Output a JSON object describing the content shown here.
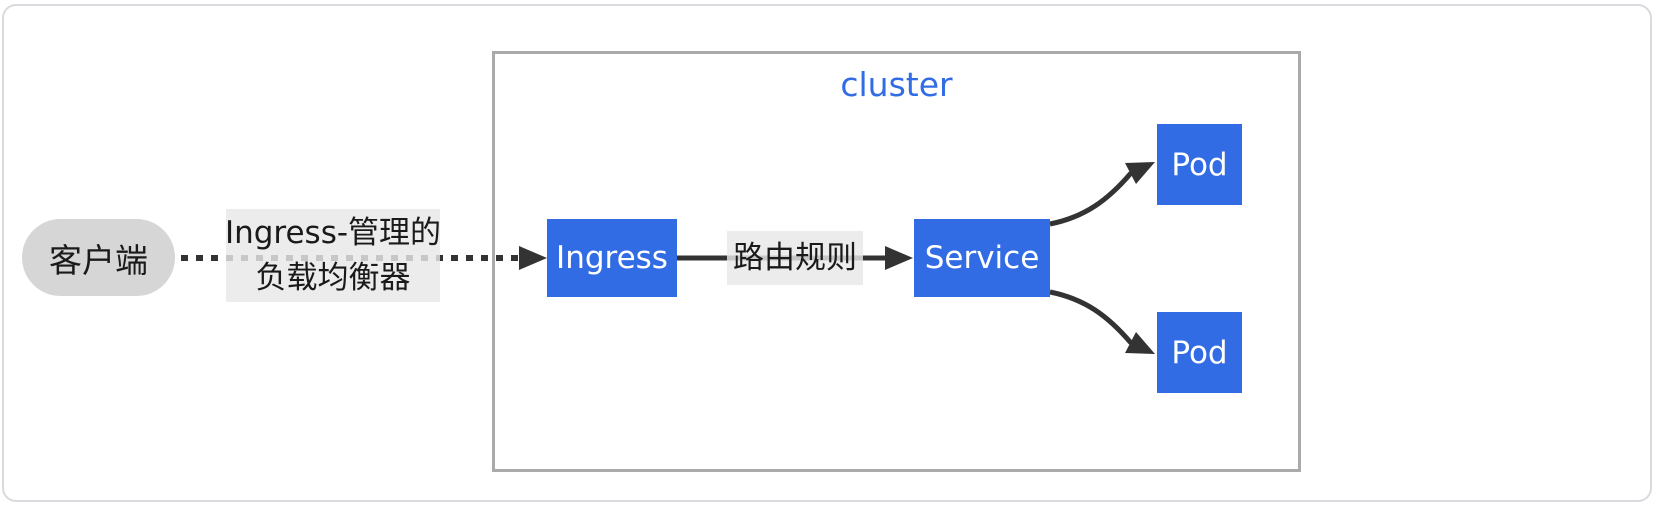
{
  "cluster": {
    "label": "cluster"
  },
  "nodes": {
    "client": {
      "label": "客户端"
    },
    "ingress": {
      "label": "Ingress"
    },
    "service": {
      "label": "Service"
    },
    "pod_top": {
      "label": "Pod"
    },
    "pod_bottom": {
      "label": "Pod"
    }
  },
  "edges": {
    "client_to_ingress": {
      "label_line1": "Ingress-管理的",
      "label_line2": "负载均衡器"
    },
    "ingress_to_service": {
      "label": "路由规则"
    }
  },
  "colors": {
    "k8s_blue": "#326ce5",
    "node_text": "#ffffff",
    "client_fill": "#d6d6d6",
    "cluster_border": "#aaaaaa",
    "cluster_label": "#326ce5",
    "edge": "#333333",
    "edge_label_bg": "#e8e8e8",
    "frame_border": "#d8dade",
    "text": "#1a1a1a"
  }
}
